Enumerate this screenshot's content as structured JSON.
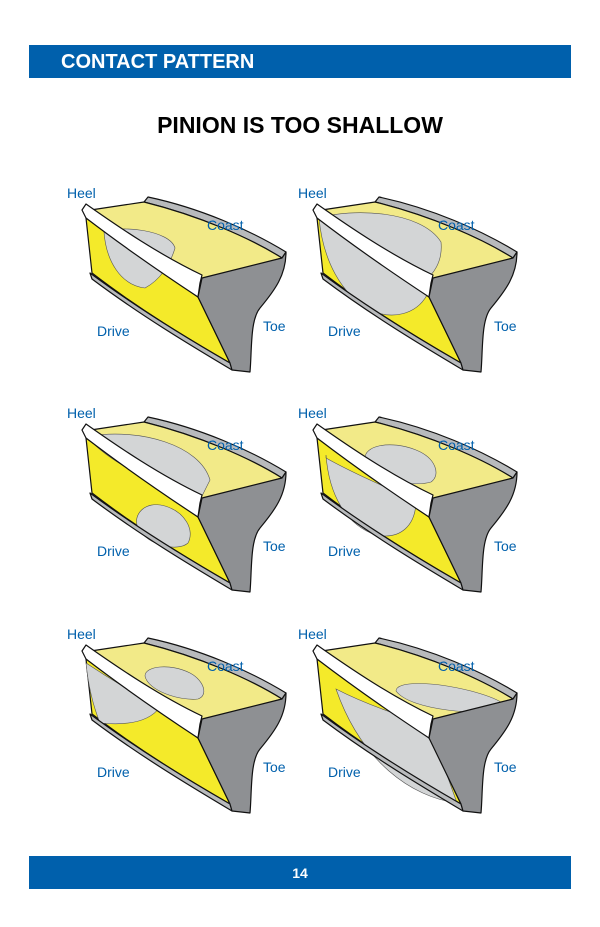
{
  "header": {
    "title": "CONTACT PATTERN"
  },
  "title": "PINION IS TOO SHALLOW",
  "labels": {
    "heel": "Heel",
    "coast": "Coast",
    "drive": "Drive",
    "toe": "Toe"
  },
  "footer": {
    "page_number": "14"
  },
  "colors": {
    "brand": "#0060ac",
    "drive_face": "#f4ea2a",
    "coast_face": "#f2ea88",
    "contact": "#d3d5d6",
    "toe": "#8e9093"
  },
  "diagrams": [
    {
      "id": "1",
      "pattern": "heel-drive"
    },
    {
      "id": "2",
      "pattern": "large-heel-both"
    },
    {
      "id": "3",
      "pattern": "heel-coast-toe-drive"
    },
    {
      "id": "4",
      "pattern": "center-coast-heel-drive"
    },
    {
      "id": "5",
      "pattern": "center-coast-heel-drive-low"
    },
    {
      "id": "6",
      "pattern": "toe-coast-toe-drive"
    }
  ]
}
